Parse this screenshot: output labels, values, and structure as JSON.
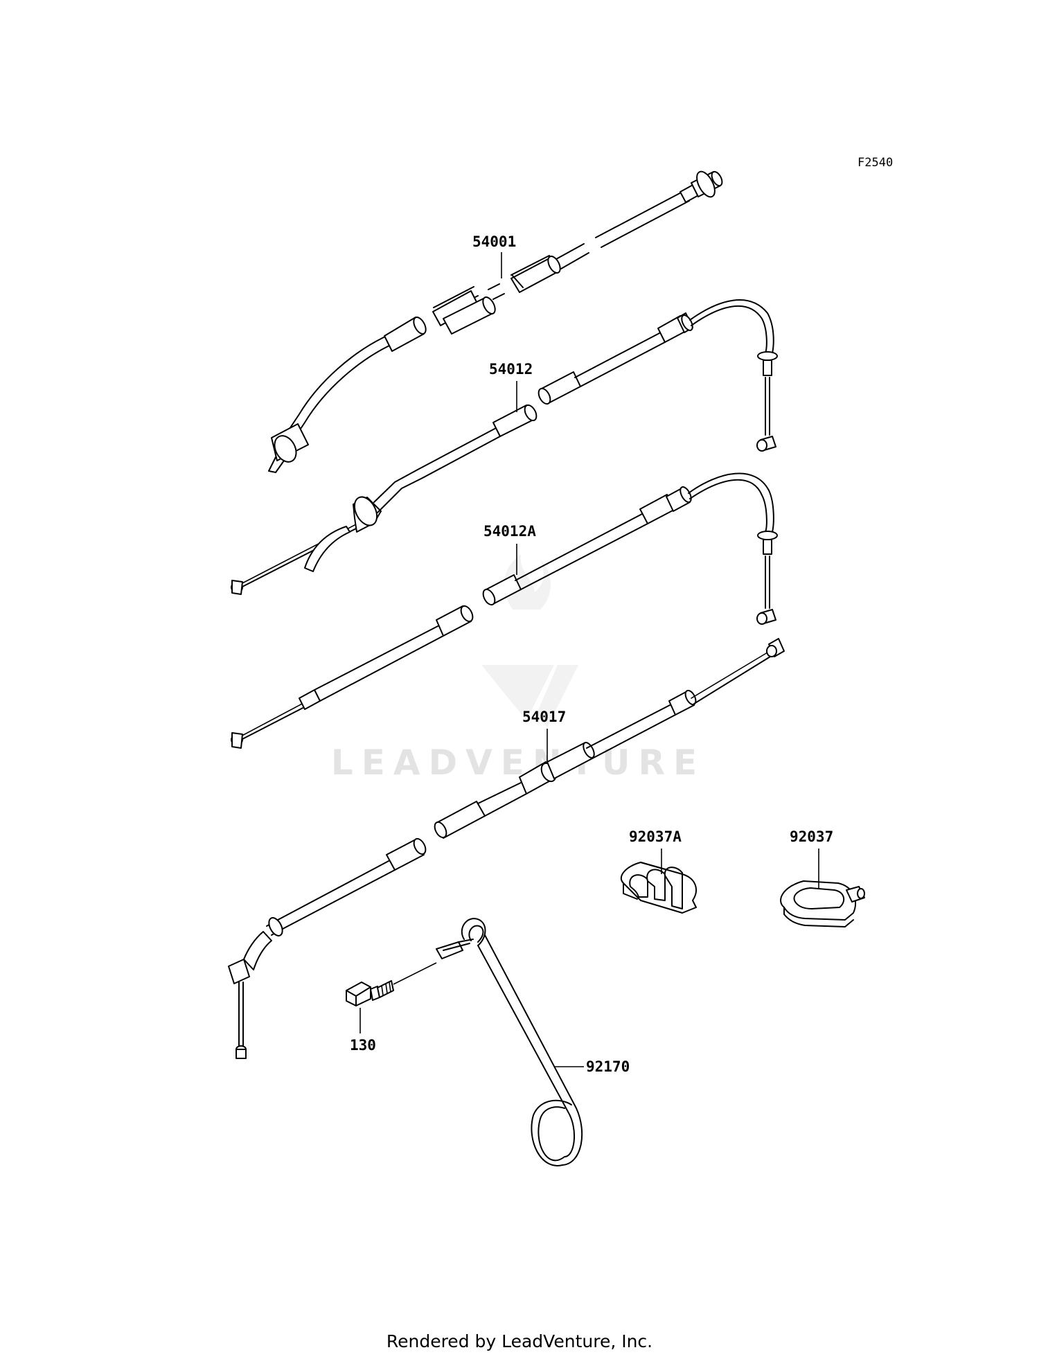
{
  "figure_code": "F2540",
  "watermark": "LEADVENTURE",
  "footer": "Rendered by LeadVenture, Inc.",
  "parts": [
    {
      "id": "54001",
      "label": "54001"
    },
    {
      "id": "54012",
      "label": "54012"
    },
    {
      "id": "54012A",
      "label": "54012A"
    },
    {
      "id": "54017",
      "label": "54017"
    },
    {
      "id": "92037A",
      "label": "92037A"
    },
    {
      "id": "92037",
      "label": "92037"
    },
    {
      "id": "130",
      "label": "130"
    },
    {
      "id": "92170",
      "label": "92170"
    }
  ]
}
